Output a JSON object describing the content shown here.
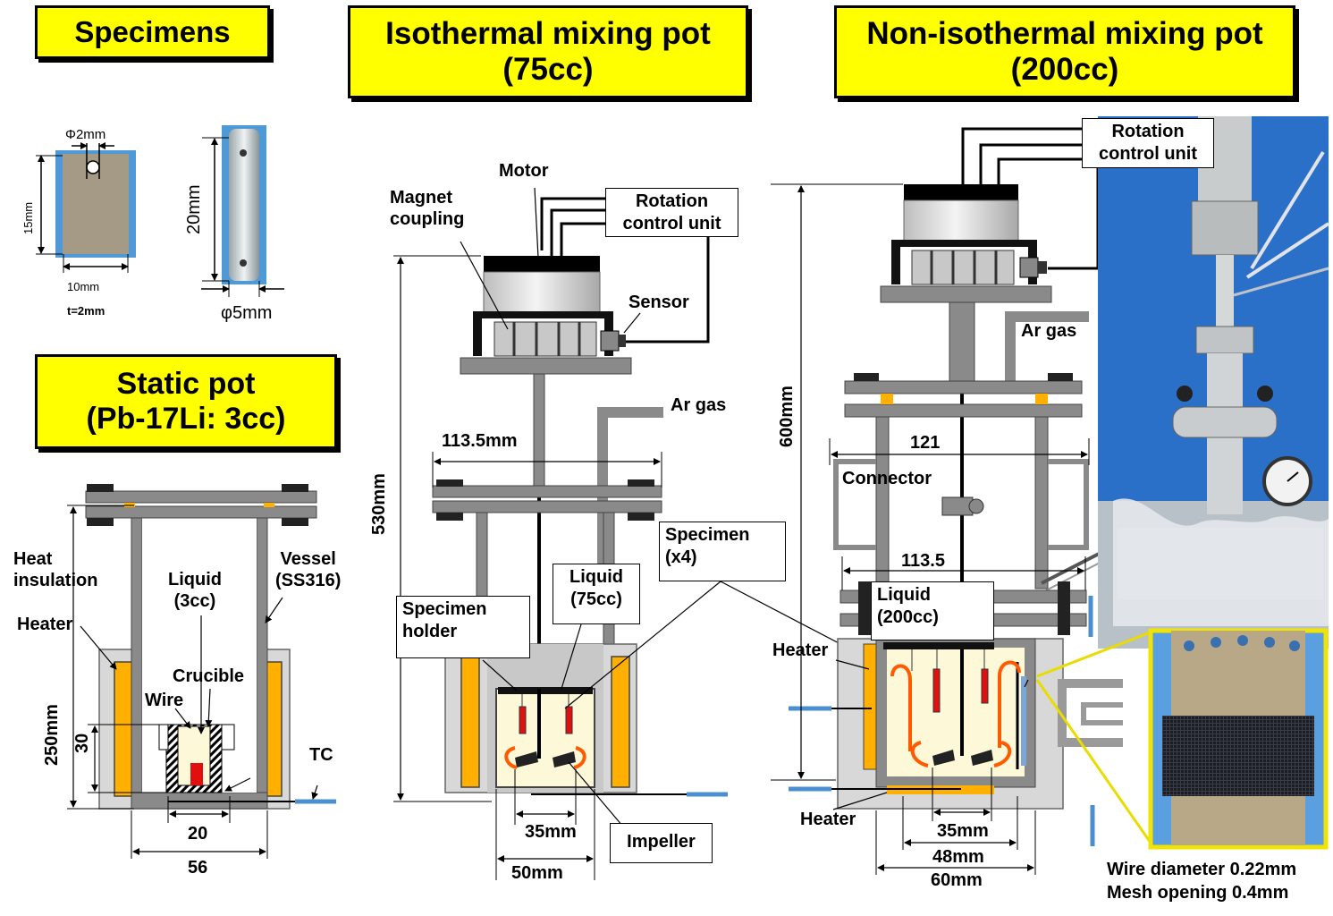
{
  "titles": {
    "specimens": "Specimens",
    "isothermal": [
      "Isothermal mixing pot",
      "(75cc)"
    ],
    "nonisothermal": [
      "Non-isothermal mixing pot",
      "(200cc)"
    ],
    "static": [
      "Static pot",
      "(Pb-17Li: 3cc)"
    ]
  },
  "specimens": {
    "hole_dia": "Φ2mm",
    "height_15": "15mm",
    "width_10": "10mm",
    "thickness": "t=2mm",
    "length_20": "20mm",
    "dia_5": "φ5mm"
  },
  "static_pot": {
    "heat_insulation": [
      "Heat",
      "insulation"
    ],
    "heater": "Heater",
    "liquid": [
      "Liquid",
      "(3cc)"
    ],
    "vessel": [
      "Vessel",
      "(SS316)"
    ],
    "crucible": "Crucible",
    "wire": "Wire",
    "tc": "TC",
    "dim_250": "250mm",
    "dim_30": "30",
    "dim_20": "20",
    "dim_56": "56"
  },
  "isothermal_pot": {
    "motor": "Motor",
    "magnet_coupling": [
      "Magnet",
      "coupling"
    ],
    "rotation_control": [
      "Rotation",
      "control unit"
    ],
    "sensor": "Sensor",
    "ar_gas": "Ar gas",
    "dim_113": "113.5mm",
    "dim_530": "530mm",
    "specimen": [
      "Specimen",
      "(x4)"
    ],
    "liquid": [
      "Liquid",
      "(75cc)"
    ],
    "specimen_holder": [
      "Specimen",
      "holder"
    ],
    "dim_35": "35mm",
    "dim_50": "50mm",
    "impeller": "Impeller"
  },
  "nonisothermal_pot": {
    "rotation_control": [
      "Rotation",
      "control unit"
    ],
    "ar_gas": "Ar gas",
    "dim_600": "600mm",
    "dim_121": "121",
    "connector": "Connector",
    "dim_113": "113.5",
    "liquid": [
      "Liquid",
      "(200cc)"
    ],
    "heater_top": "Heater",
    "heater_bottom": "Heater",
    "dim_35": "35mm",
    "dim_48": "48mm",
    "dim_60": "60mm",
    "wire_diameter": "Wire diameter 0.22mm",
    "mesh_opening": "Mesh opening 0.4mm"
  },
  "colors": {
    "title_yellow": "#ffff00",
    "steel_gray": "#8a8a8a",
    "heater_orange": "#ffb000",
    "liquid_cream": "#fdf8d8",
    "specimen_red": "#e01010",
    "photo_blue": "#2a6fc8",
    "callout_yellow": "#f0e400"
  }
}
